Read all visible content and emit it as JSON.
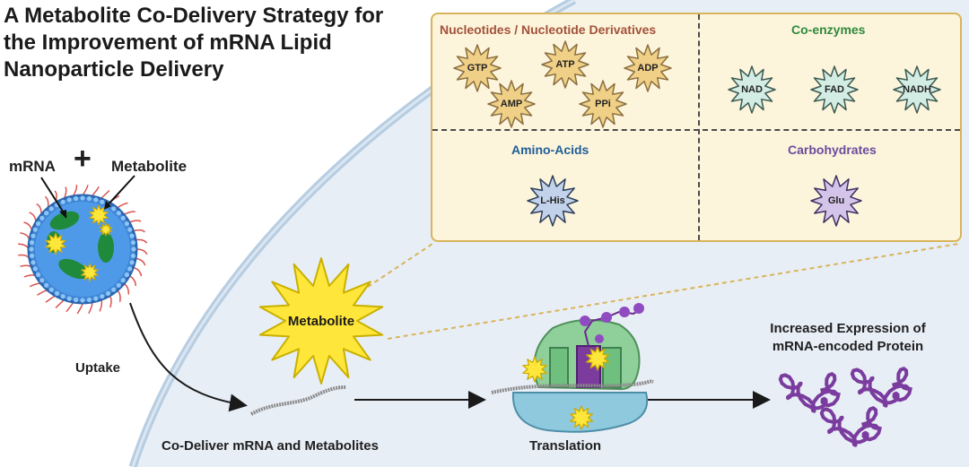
{
  "title": [
    "A Metabolite Co-Delivery Strategy for",
    "the Improvement of mRNA Lipid",
    "Nanoparticle Delivery"
  ],
  "lnp": {
    "mrna_label": "mRNA",
    "plus": "+",
    "metabolite_label": "Metabolite"
  },
  "flow": {
    "uptake": "Uptake",
    "co_deliver": "Co-Deliver mRNA and Metabolites",
    "metabolite_burst": "Metabolite",
    "translation": "Translation",
    "result": [
      "Increased Expression of",
      "mRNA-encoded Protein"
    ]
  },
  "panel": {
    "quadrants": [
      {
        "heading": "Nucleotides / Nucleotide Derivatives",
        "color": "#a3523a",
        "items": [
          "GTP",
          "ATP",
          "ADP",
          "AMP",
          "PPi"
        ],
        "fill": "#f0cf86",
        "stroke": "#8a7040"
      },
      {
        "heading": "Co-enzymes",
        "color": "#2e8a3e",
        "items": [
          "NAD",
          "FAD",
          "NADH"
        ],
        "fill": "#d3ece4",
        "stroke": "#3c5a50"
      },
      {
        "heading": "Amino-Acids",
        "color": "#1f5e96",
        "items": [
          "L-His"
        ],
        "fill": "#c2d2ea",
        "stroke": "#2e3f5a"
      },
      {
        "heading": "Carbohydrates",
        "color": "#6a4c9c",
        "items": [
          "Glu"
        ],
        "fill": "#d4c4ea",
        "stroke": "#3e3060"
      }
    ]
  },
  "colors": {
    "cell_fill": "#e8eef6",
    "cell_border": "#b6cde2",
    "panel_fill": "#fdf4dc",
    "panel_border": "#d8b45a",
    "metabolite_yellow": "#ffe63a",
    "protein_purple": "#7a3c9e",
    "ribosome_green": "#8fcf9a",
    "ribosome_blue": "#8ec9de"
  }
}
